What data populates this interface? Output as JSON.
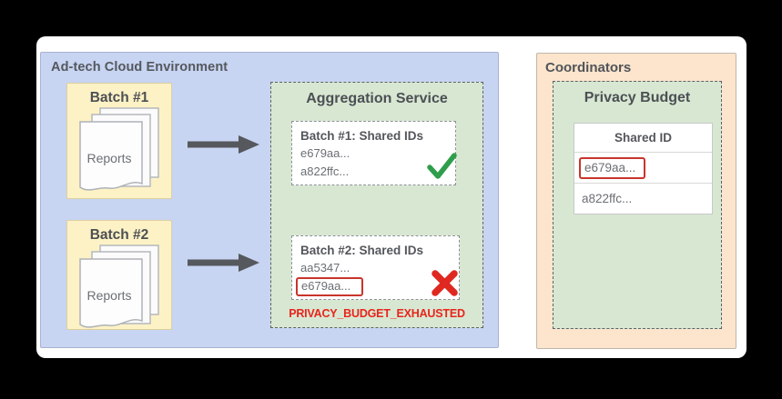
{
  "adtech": {
    "label": "Ad-tech Cloud Environment",
    "batches": [
      {
        "title": "Batch #1",
        "doc_label": "Reports"
      },
      {
        "title": "Batch #2",
        "doc_label": "Reports"
      }
    ],
    "aggregation": {
      "title": "Aggregation Service",
      "results": [
        {
          "title": "Batch #1: Shared IDs",
          "ids": [
            "e679aa...",
            "a822ffc..."
          ],
          "status": "accepted"
        },
        {
          "title": "Batch #2: Shared IDs",
          "ids": [
            "aa5347...",
            "e679aa..."
          ],
          "status": "rejected",
          "flagged_id": "e679aa..."
        }
      ],
      "error": "PRIVACY_BUDGET_EXHAUSTED"
    }
  },
  "coordinators": {
    "label": "Coordinators",
    "privacy_budget": {
      "title": "Privacy Budget",
      "table": {
        "header": "Shared ID",
        "rows": [
          {
            "value": "e679aa...",
            "flagged": true
          },
          {
            "value": "a822ffc...",
            "flagged": false
          }
        ]
      }
    }
  },
  "colors": {
    "adtech_bg": "#c7d4f2",
    "batch_bg": "#fdf2c5",
    "service_bg": "#d8e7d2",
    "coordinators_bg": "#fce5cc",
    "check_green": "#2f9e4a",
    "error_red": "#e8251c",
    "flag_outline_red": "#c9352c",
    "arrow_gray": "#55585c"
  }
}
